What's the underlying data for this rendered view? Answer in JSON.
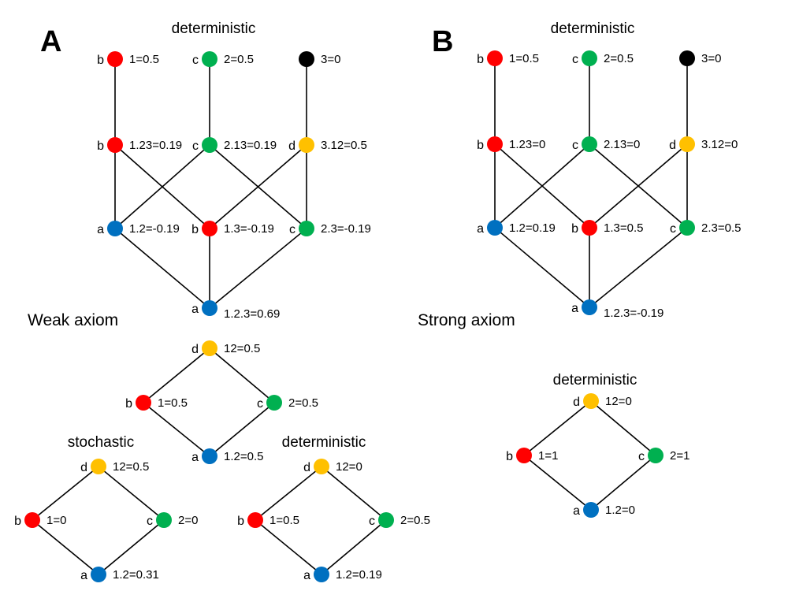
{
  "colors": {
    "red": "#ff0000",
    "green": "#00b050",
    "black": "#000000",
    "orange": "#ffc000",
    "blue": "#0070c0"
  },
  "panels": {
    "a": "A",
    "b": "B"
  },
  "captions": {
    "weak": "Weak axiom",
    "strong": "Strong axiom"
  },
  "lattices": {
    "weak_top": {
      "title": "deterministic",
      "nodes": [
        {
          "letter": "b",
          "value": "1=0.5",
          "color": "red"
        },
        {
          "letter": "c",
          "value": "2=0.5",
          "color": "green"
        },
        {
          "letter": "",
          "value": "3=0",
          "color": "black"
        },
        {
          "letter": "b",
          "value": "1.23=0.19",
          "color": "red"
        },
        {
          "letter": "c",
          "value": "2.13=0.19",
          "color": "green"
        },
        {
          "letter": "d",
          "value": "3.12=0.5",
          "color": "orange"
        },
        {
          "letter": "a",
          "value": "1.2=-0.19",
          "color": "blue"
        },
        {
          "letter": "b",
          "value": "1.3=-0.19",
          "color": "red"
        },
        {
          "letter": "c",
          "value": "2.3=-0.19",
          "color": "green"
        },
        {
          "letter": "a",
          "value": "1.2.3=0.69",
          "color": "blue"
        }
      ]
    },
    "strong_top": {
      "title": "deterministic",
      "nodes": [
        {
          "letter": "b",
          "value": "1=0.5",
          "color": "red"
        },
        {
          "letter": "c",
          "value": "2=0.5",
          "color": "green"
        },
        {
          "letter": "",
          "value": "3=0",
          "color": "black"
        },
        {
          "letter": "b",
          "value": "1.23=0",
          "color": "red"
        },
        {
          "letter": "c",
          "value": "2.13=0",
          "color": "green"
        },
        {
          "letter": "d",
          "value": "3.12=0",
          "color": "orange"
        },
        {
          "letter": "a",
          "value": "1.2=0.19",
          "color": "blue"
        },
        {
          "letter": "b",
          "value": "1.3=0.5",
          "color": "red"
        },
        {
          "letter": "c",
          "value": "2.3=0.5",
          "color": "green"
        },
        {
          "letter": "a",
          "value": "1.2.3=-0.19",
          "color": "blue"
        }
      ]
    },
    "weak_mid": {
      "title": "",
      "nodes": [
        {
          "letter": "d",
          "value": "12=0.5",
          "color": "orange"
        },
        {
          "letter": "b",
          "value": "1=0.5",
          "color": "red"
        },
        {
          "letter": "c",
          "value": "2=0.5",
          "color": "green"
        },
        {
          "letter": "a",
          "value": "1.2=0.5",
          "color": "blue"
        }
      ]
    },
    "weak_left": {
      "title": "stochastic",
      "nodes": [
        {
          "letter": "d",
          "value": "12=0.5",
          "color": "orange"
        },
        {
          "letter": "b",
          "value": "1=0",
          "color": "red"
        },
        {
          "letter": "c",
          "value": "2=0",
          "color": "green"
        },
        {
          "letter": "a",
          "value": "1.2=0.31",
          "color": "blue"
        }
      ]
    },
    "weak_right": {
      "title": "deterministic",
      "nodes": [
        {
          "letter": "d",
          "value": "12=0",
          "color": "orange"
        },
        {
          "letter": "b",
          "value": "1=0.5",
          "color": "red"
        },
        {
          "letter": "c",
          "value": "2=0.5",
          "color": "green"
        },
        {
          "letter": "a",
          "value": "1.2=0.19",
          "color": "blue"
        }
      ]
    },
    "strong_bottom": {
      "title": "deterministic",
      "nodes": [
        {
          "letter": "d",
          "value": "12=0",
          "color": "orange"
        },
        {
          "letter": "b",
          "value": "1=1",
          "color": "red"
        },
        {
          "letter": "c",
          "value": "2=1",
          "color": "green"
        },
        {
          "letter": "a",
          "value": "1.2=0",
          "color": "blue"
        }
      ]
    }
  }
}
